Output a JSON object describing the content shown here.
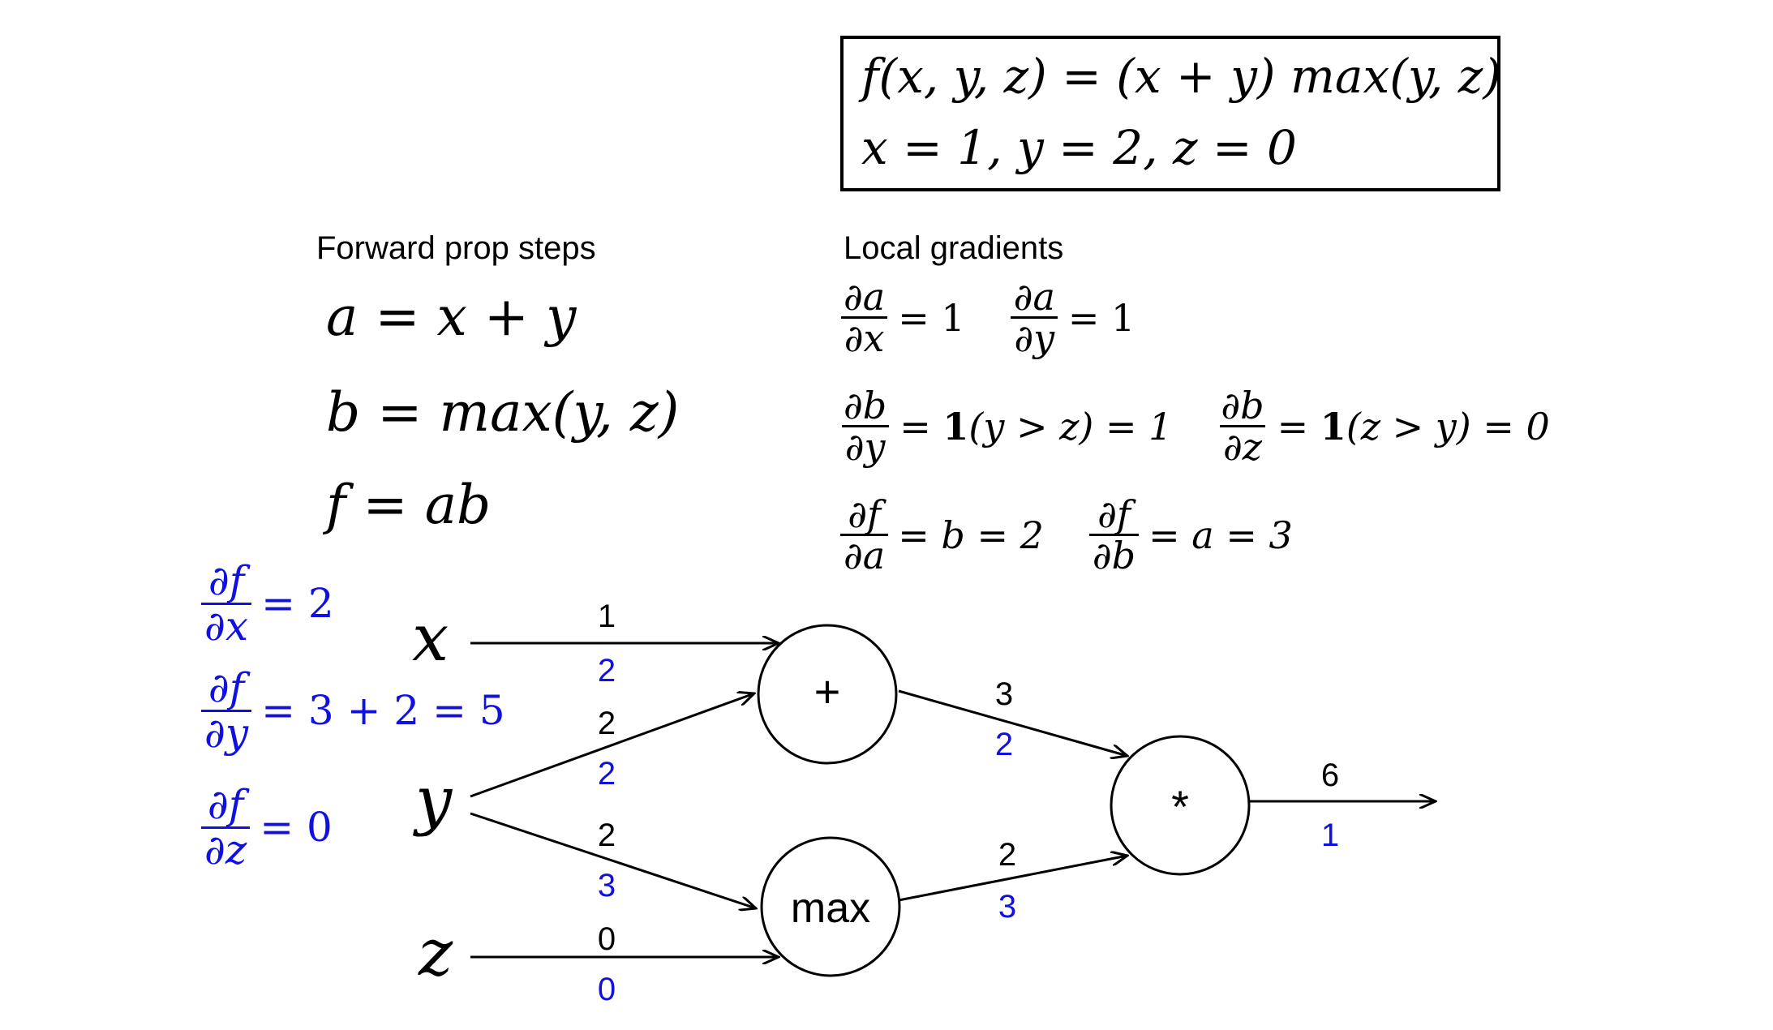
{
  "function_box": {
    "line1": "f(x, y, z) = (x + y) max(y, z)",
    "line2": "x = 1, y = 2, z = 0"
  },
  "forward": {
    "heading": "Forward prop steps",
    "step_a": "a = x + y",
    "step_b": "b = max(y, z)",
    "step_f": "f = ab"
  },
  "local": {
    "heading": "Local gradients",
    "r1": [
      {
        "num": "∂a",
        "den": "∂x",
        "rhs": "= 1"
      },
      {
        "num": "∂a",
        "den": "∂y",
        "rhs": "= 1"
      }
    ],
    "r2": [
      {
        "num": "∂b",
        "den": "∂y",
        "ind": "1",
        "rhs": "(y > z) = 1"
      },
      {
        "num": "∂b",
        "den": "∂z",
        "ind": "1",
        "rhs": "(z > y) = 0"
      }
    ],
    "r3": [
      {
        "num": "∂f",
        "den": "∂a",
        "rhs": "= b = 2"
      },
      {
        "num": "∂f",
        "den": "∂b",
        "rhs": "= a = 3"
      }
    ]
  },
  "final_grads": [
    {
      "num": "∂f",
      "den": "∂x",
      "rhs": "= 2"
    },
    {
      "num": "∂f",
      "den": "∂y",
      "rhs": "= 3 + 2 = 5"
    },
    {
      "num": "∂f",
      "den": "∂z",
      "rhs": "= 0"
    }
  ],
  "graph": {
    "inputs": {
      "x": "x",
      "y": "y",
      "z": "z"
    },
    "nodes": {
      "plus": "+",
      "max": "max",
      "mul": "*"
    },
    "edges": {
      "x_plus": {
        "forward": "1",
        "backward": "2"
      },
      "y_plus": {
        "forward": "2",
        "backward": "2"
      },
      "y_max": {
        "forward": "2",
        "backward": "3"
      },
      "z_max": {
        "forward": "0",
        "backward": "0"
      },
      "plus_mul": {
        "forward": "3",
        "backward": "2"
      },
      "max_mul": {
        "forward": "2",
        "backward": "3"
      },
      "out": {
        "forward": "6",
        "backward": "1"
      }
    }
  },
  "colors": {
    "forward": "#000000",
    "backward": "#1010e0"
  }
}
